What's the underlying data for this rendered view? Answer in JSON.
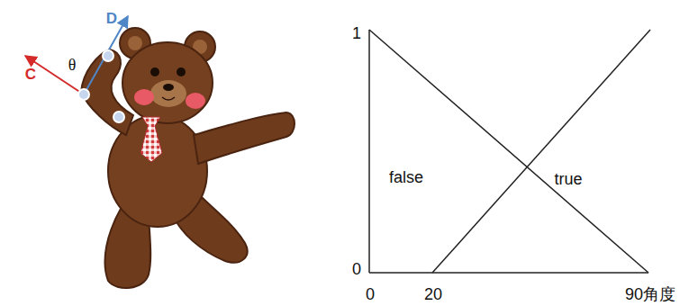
{
  "diagram": {
    "labels": [
      "D",
      "C",
      "θ",
      "1",
      "0",
      "false",
      "true",
      "0",
      "20",
      "90角度"
    ]
  }
}
